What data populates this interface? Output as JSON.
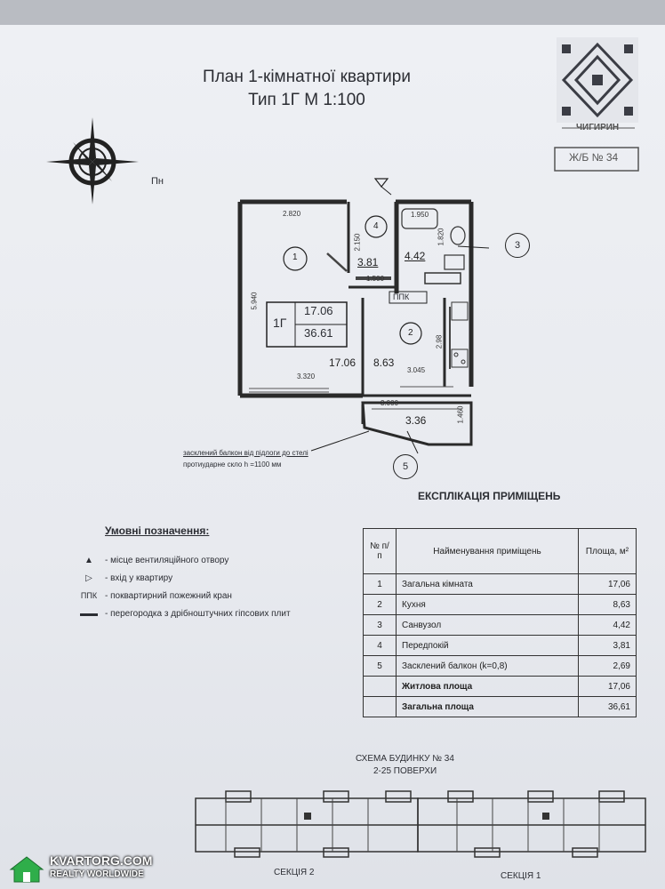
{
  "header": {
    "title_line1": "План 1-кімнатної квартири",
    "title_line2": "Тип 1Г  М 1:100"
  },
  "stamp": {
    "brand": "ЧИГИРИН",
    "building": "Ж/Б № 34"
  },
  "compass": {
    "label": "Пн"
  },
  "plan": {
    "dims": [
      "2.820",
      "1.950",
      "2.150",
      "1.500",
      "5.940",
      "2.98",
      "3.320",
      "3.045",
      "3.000",
      "1.460",
      "1.820"
    ],
    "rooms": [
      "1",
      "2",
      "3",
      "4",
      "5"
    ],
    "room_areas": [
      "17.06",
      "8.63",
      "4.42",
      "3.81",
      "3.36"
    ],
    "ppk": "ППК",
    "apt_type": "1Г",
    "apt_living": "17.06",
    "apt_total": "36.61",
    "balcony_note_1": "засклений балкон від підлоги до стелі",
    "balcony_note_2": "протиударне скло h =1100 мм"
  },
  "explication": {
    "title": "ЕКСПЛІКАЦІЯ ПРИМІЩЕНЬ",
    "col_num": "№ п/п",
    "col_name": "Найменування приміщень",
    "col_area": "Площа, м²",
    "rows": [
      {
        "num": "1",
        "name": "Загальна кімната",
        "area": "17,06"
      },
      {
        "num": "2",
        "name": "Кухня",
        "area": "8,63"
      },
      {
        "num": "3",
        "name": "Санвузол",
        "area": "4,42"
      },
      {
        "num": "4",
        "name": "Передпокій",
        "area": "3,81"
      },
      {
        "num": "5",
        "name": "Засклений балкон (k=0,8)",
        "area": "2,69"
      }
    ],
    "living_label": "Житлова площа",
    "living_value": "17,06",
    "total_label": "Загальна площа",
    "total_value": "36,61"
  },
  "legend": {
    "title": "Умовні позначення:",
    "items": [
      {
        "symbol": "▲",
        "text": "- місце вентиляційного отвору"
      },
      {
        "symbol": "▷",
        "text": "- вхід у квартиру"
      },
      {
        "symbol": "ППК",
        "text": "- поквартирний пожежний кран"
      },
      {
        "symbol": "▬▬",
        "text": "- перегородка з дрібноштучних гіпсових плит"
      }
    ]
  },
  "scheme": {
    "title": "СХЕМА БУДИНКУ № 34",
    "floors": "2-25 ПОВЕРХИ",
    "section2": "СЕКЦІЯ 2",
    "section1": "СЕКЦІЯ 1"
  },
  "watermark": {
    "site": "KVARTORG.COM",
    "tagline": "REALTY WORLDWIDE"
  }
}
